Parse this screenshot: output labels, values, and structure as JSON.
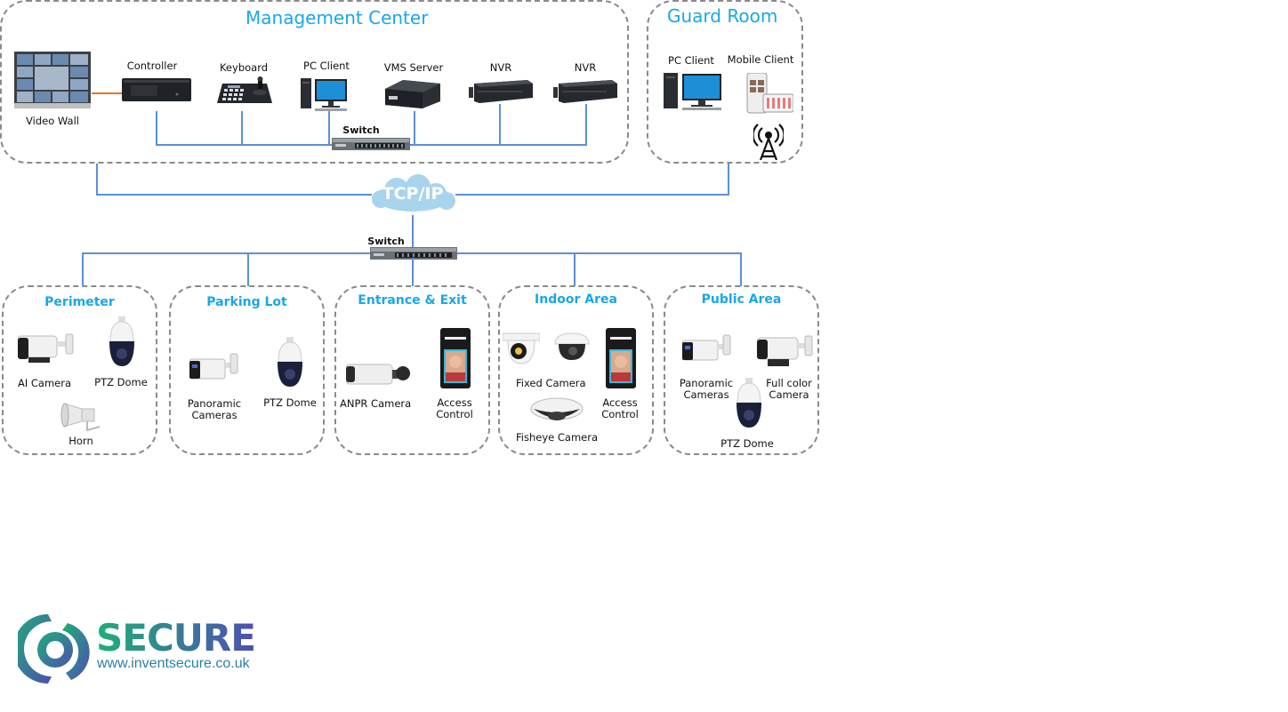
{
  "management_center": {
    "title": "Management Center",
    "devices": [
      {
        "label": "Video Wall",
        "icon": "video-wall-icon"
      },
      {
        "label": "Controller",
        "icon": "controller-icon"
      },
      {
        "label": "Keyboard",
        "icon": "keyboard-icon"
      },
      {
        "label": "PC Client",
        "icon": "pc-icon"
      },
      {
        "label": "VMS Server",
        "icon": "server-icon"
      },
      {
        "label": "NVR",
        "icon": "nvr-icon"
      },
      {
        "label": "NVR",
        "icon": "nvr-icon"
      }
    ],
    "switch_label": "Switch"
  },
  "guard_room": {
    "title": "Guard Room",
    "devices": [
      {
        "label": "PC Client",
        "icon": "pc-icon"
      },
      {
        "label": "Mobile Client",
        "icon": "mobile-icon"
      },
      {
        "label": "",
        "icon": "antenna-icon"
      }
    ]
  },
  "network": {
    "cloud_label": "TCP/IP",
    "switch_label": "Switch"
  },
  "zones": [
    {
      "title": "Perimeter",
      "devices": [
        "AI Camera",
        "PTZ Dome",
        "Horn"
      ]
    },
    {
      "title": "Parking Lot",
      "devices": [
        "Panoramic Cameras",
        "PTZ Dome"
      ]
    },
    {
      "title": "Entrance & Exit",
      "devices": [
        "ANPR Camera",
        "Access Control"
      ]
    },
    {
      "title": "Indoor Area",
      "devices": [
        "Fixed Camera",
        "Access Control",
        "Fisheye Camera"
      ]
    },
    {
      "title": "Public Area",
      "devices": [
        "Panoramic Cameras",
        "Full color Camera",
        "PTZ Dome"
      ]
    }
  ],
  "labels": {
    "panoramic_1": "Panoramic",
    "panoramic_2": "Cameras",
    "access_1": "Access",
    "access_2": "Control",
    "fullcolor_1": "Full color",
    "fullcolor_2": "Camera"
  },
  "logo": {
    "brand": "SECURE",
    "url": "www.inventsecure.co.uk"
  },
  "colors": {
    "title_blue": "#18a7e8",
    "line_blue": "#5b8fd8",
    "video_link": "#e07a1f",
    "zone_border": "#8a8a8a"
  }
}
